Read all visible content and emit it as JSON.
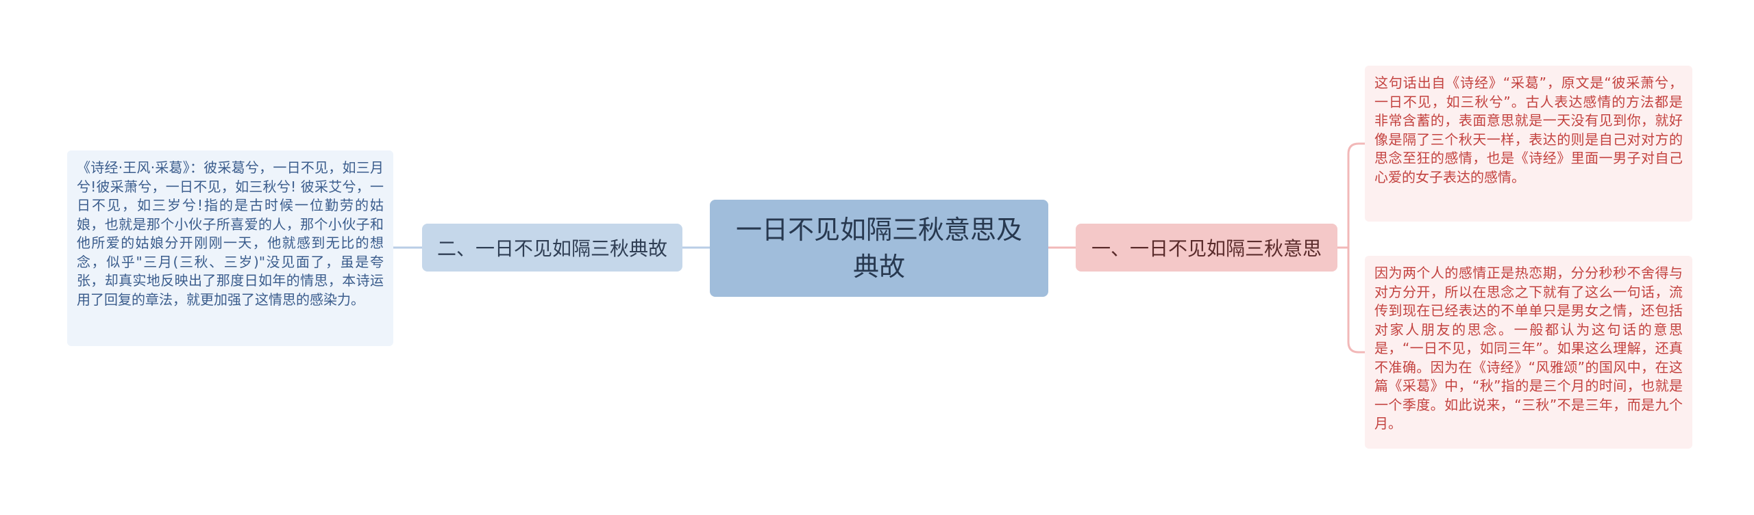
{
  "colors": {
    "root_fill": "#a0bddb",
    "left_branch_fill": "#c5d7ea",
    "right_branch_fill": "#f4c8c8",
    "left_leaf_fill": "#eef4fb",
    "right_leaf_fill": "#fdf0f0",
    "left_connector": "#b9cde6",
    "right_connector": "#f2b8b8"
  },
  "root": {
    "title": "一日不见如隔三秋意思及典故"
  },
  "left_branch": {
    "label": "二、一日不见如隔三秋典故",
    "leaf": "《诗经·王风·采葛》：彼采葛兮，一日不见，如三月兮!彼采萧兮，一日不见，如三秋兮! 彼采艾兮，一日不见，如三岁兮!指的是古时候一位勤劳的姑娘，也就是那个小伙子所喜爱的人，那个小伙子和他所爱的姑娘分开刚刚一天，他就感到无比的想念，似乎\"三月(三秋、三岁)\"没见面了，虽是夸张，却真实地反映出了那度日如年的情思，本诗运用了回复的章法，就更加强了这情思的感染力。"
  },
  "right_branch": {
    "label": "一、一日不见如隔三秋意思",
    "leaves": [
      "这句话出自《诗经》“采葛”，原文是“彼采萧兮，一日不见，如三秋兮”。古人表达感情的方法都是非常含蓄的，表面意思就是一天没有见到你，就好像是隔了三个秋天一样，表达的则是自己对对方的思念至狂的感情，也是《诗经》里面一男子对自己心爱的女子表达的感情。",
      "因为两个人的感情正是热恋期，分分秒秒不舍得与对方分开，所以在思念之下就有了这么一句话，流传到现在已经表达的不单单只是男女之情，还包括对家人朋友的思念。一般都认为这句话的意思是，“一日不见，如同三年”。如果这么理解，还真不准确。因为在《诗经》“风雅颂”的国风中，在这篇《采葛》中，“秋”指的是三个月的时间，也就是一个季度。如此说来，“三秋”不是三年，而是九个月。"
    ]
  }
}
